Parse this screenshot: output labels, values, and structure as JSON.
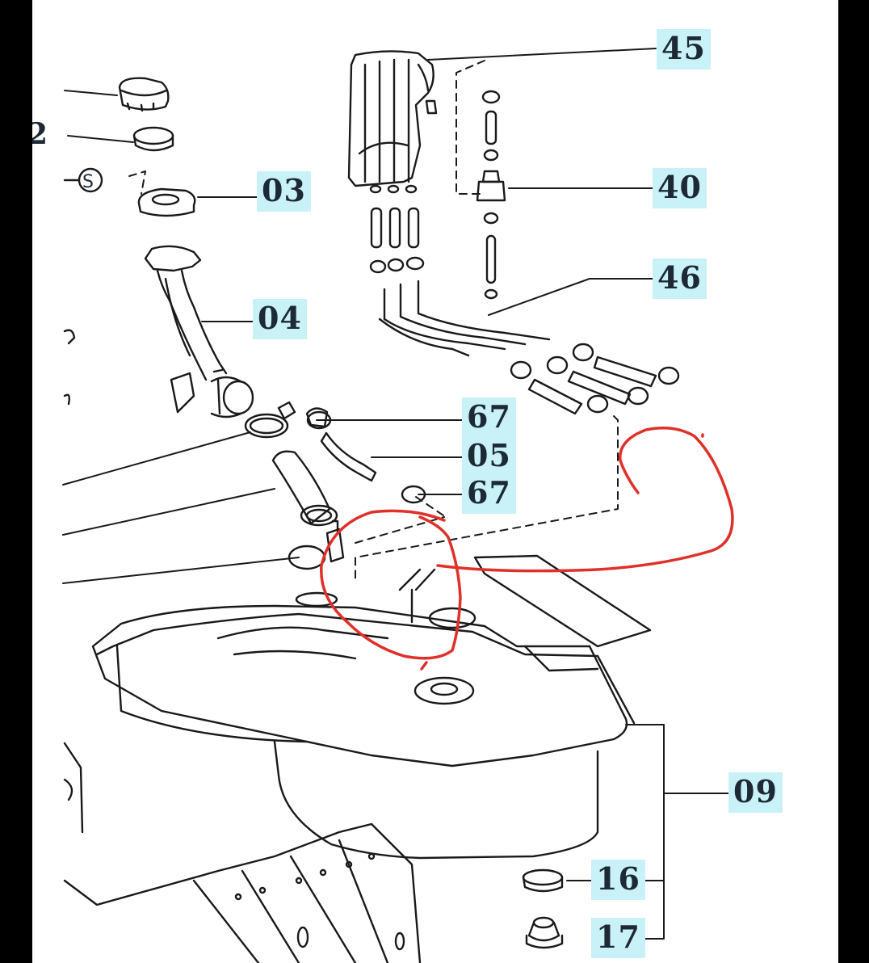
{
  "diagram": {
    "callouts": [
      {
        "id": "45",
        "label": "45"
      },
      {
        "id": "03",
        "label": "03"
      },
      {
        "id": "40",
        "label": "40"
      },
      {
        "id": "46",
        "label": "46"
      },
      {
        "id": "04",
        "label": "04"
      },
      {
        "id": "67a",
        "label": "67"
      },
      {
        "id": "05",
        "label": "05"
      },
      {
        "id": "67b",
        "label": "67"
      },
      {
        "id": "09",
        "label": "09"
      },
      {
        "id": "16",
        "label": "16"
      },
      {
        "id": "17",
        "label": "17"
      }
    ],
    "edge_fragment": "2",
    "symbol_s": "S",
    "colors": {
      "callout_bg": "#c9f1f8",
      "line": "#1a1a1a",
      "annotation": "#e0302a"
    }
  }
}
